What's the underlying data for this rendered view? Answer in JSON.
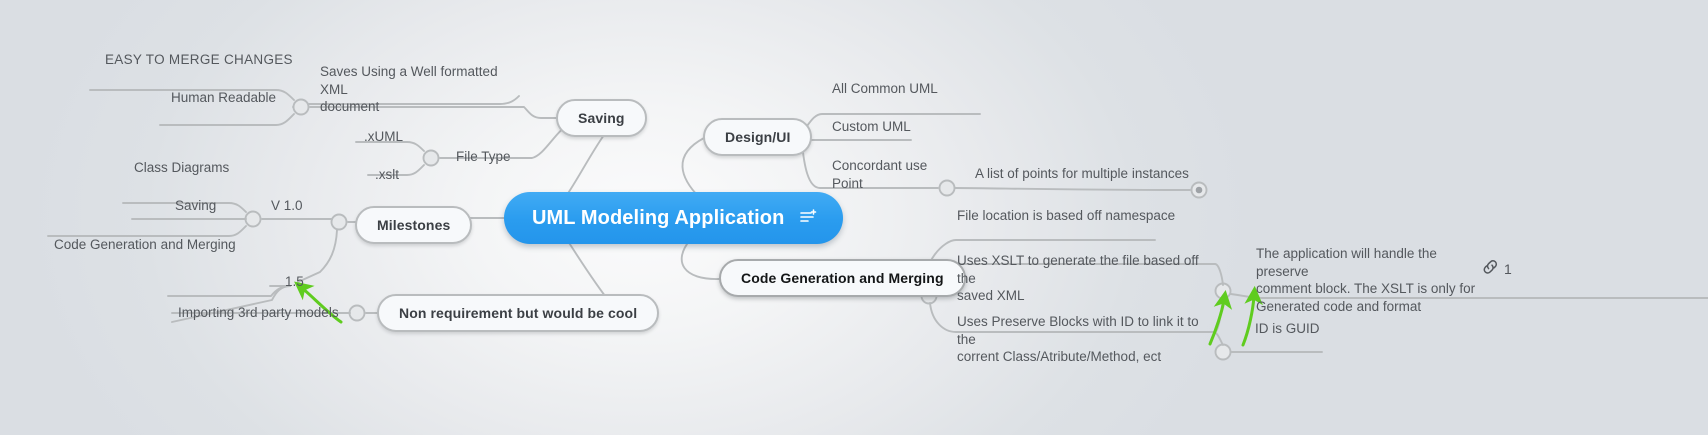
{
  "app": {
    "background_start": "#fbfbfc",
    "background_end": "#dadee3",
    "root_color": "#2fa2f2",
    "wire_color": "#b9bcbe",
    "arrow_color": "#5fcc1f",
    "text_color": "#54585d"
  },
  "root": {
    "label": "UML Modeling Application",
    "note_icon": "note-add-icon"
  },
  "branches": {
    "saving": {
      "label": "Saving",
      "children": [
        {
          "label": "Saves Using a Well formatted XML\ndocument"
        },
        {
          "label": "Human Readable"
        },
        {
          "label": "EASY TO MERGE CHANGES"
        },
        {
          "label": "File Type"
        },
        {
          "label": ".xUML"
        },
        {
          "label": ".xslt"
        }
      ]
    },
    "milestones": {
      "label": "Milestones",
      "children": [
        {
          "label": "V 1.0"
        },
        {
          "label": "Class Diagrams"
        },
        {
          "label": "Saving"
        },
        {
          "label": "Code Generation and Merging"
        },
        {
          "label": "1.5"
        }
      ]
    },
    "non_requirement": {
      "label": "Non requirement but would be cool",
      "children": [
        {
          "label": "Importing 3rd party models"
        }
      ]
    },
    "design_ui": {
      "label": "Design/UI",
      "children": [
        {
          "label": "All Common UML"
        },
        {
          "label": "Custom UML"
        },
        {
          "label": "Concordant use\nPoint"
        },
        {
          "label": "A list of points for multiple instances"
        }
      ]
    },
    "code_generation": {
      "label": "Code Generation and Merging",
      "selected": true,
      "children": [
        {
          "label": "File location is based off namespace"
        },
        {
          "label": "Uses XSLT to generate the file based off the\nsaved XML"
        },
        {
          "label": "Uses Preserve Blocks with ID to link it to the\ncorrent Class/Atribute/Method, ect"
        },
        {
          "label": "The application will handle the preserve\ncomment block. The XSLT is only for\nGenerated code and format"
        },
        {
          "label": "ID is GUID"
        }
      ]
    }
  },
  "badges": {
    "link_count": "1",
    "link_icon": "chain-link-icon"
  },
  "collapsed_markers": [
    {
      "name": "collapsed-node-marker"
    }
  ]
}
